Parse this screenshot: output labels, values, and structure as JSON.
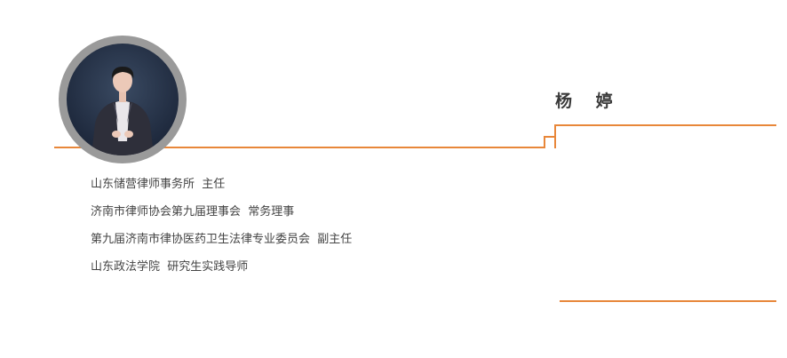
{
  "profile": {
    "name": "杨 婷",
    "avatar": "person-portrait",
    "roles": [
      "山东储营律师事务所  主任",
      "济南市律师协会第九届理事会  常务理事",
      "第九届济南市律协医药卫生法律专业委员会  副主任",
      "山东政法学院  研究生实践导师"
    ]
  },
  "colors": {
    "accent": "#e8873a",
    "ring": "#9a9a9a",
    "text": "#444444"
  }
}
